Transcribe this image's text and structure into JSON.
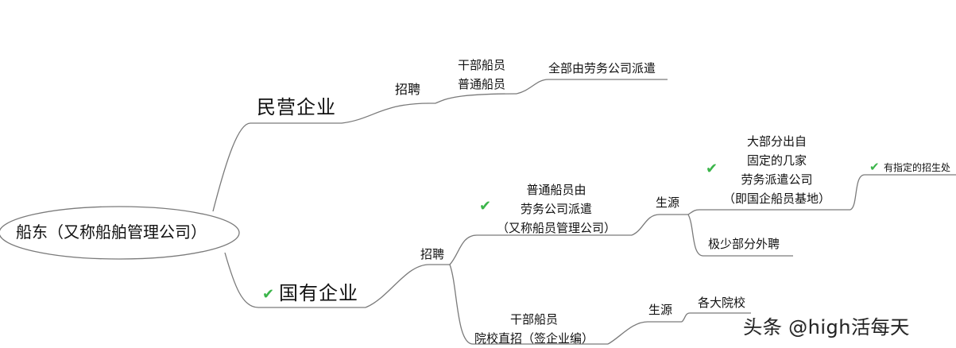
{
  "root": {
    "label": "船东（又称船舶管理公司）"
  },
  "private_enterprise": {
    "label": "民营企业",
    "recruit": {
      "label": "招聘",
      "crew_types": [
        "干部船员",
        "普通船员"
      ],
      "source": "全部由劳务公司派遣"
    }
  },
  "state_enterprise": {
    "label": "国有企业",
    "checked": true,
    "recruit": {
      "label": "招聘",
      "ordinary_crew": {
        "lines": [
          "普通船员由",
          "劳务公司派遣",
          "（又称船员管理公司）"
        ],
        "checked": true,
        "origin": {
          "label": "生源",
          "main_source": {
            "lines": [
              "大部分出自",
              "固定的几家",
              "劳务派遣公司",
              "（即国企船员基地）"
            ],
            "checked": true,
            "detail": {
              "label": "有指定的招生处",
              "checked": true
            }
          },
          "minor_source": {
            "label": "极少部分外聘"
          }
        }
      },
      "officer_crew": {
        "lines": [
          "干部船员",
          "院校直招（签企业编）"
        ],
        "origin": {
          "label": "生源",
          "source": {
            "label": "各大院校"
          }
        }
      }
    }
  },
  "icons": {
    "check": "✔"
  },
  "colors": {
    "line": "#7a7a7a",
    "check": "#3bb54a",
    "text": "#111111"
  },
  "watermark": {
    "label": "头条 @high活每天"
  }
}
